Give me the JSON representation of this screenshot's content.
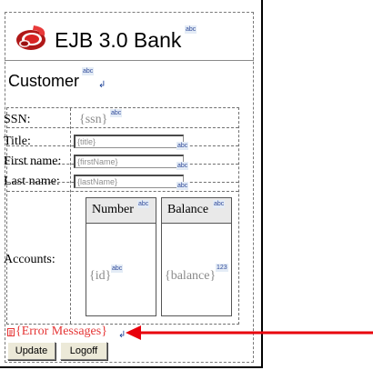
{
  "header": {
    "title": "EJB 3.0 Bank",
    "title_badge": "abc"
  },
  "section": {
    "title": "Customer",
    "title_badge": "abc"
  },
  "form": {
    "ssn": {
      "label": "SSN:",
      "value": "{ssn}",
      "badge": "abc"
    },
    "title": {
      "label": "Title:",
      "value": "{title}",
      "badge": "abc"
    },
    "first_name": {
      "label": "First name:",
      "value": "{firstName}",
      "badge": "abc"
    },
    "last_name": {
      "label": "Last name:",
      "value": "{lastName}",
      "badge": "abc"
    },
    "accounts": {
      "label": "Accounts:",
      "columns": [
        {
          "header": "Number",
          "header_badge": "abc",
          "cell": "{id}",
          "cell_badge": "abc"
        },
        {
          "header": "Balance",
          "header_badge": "abc",
          "cell": "{balance}",
          "cell_badge": "123"
        }
      ]
    }
  },
  "errors": {
    "text": "{Error Messages}"
  },
  "buttons": {
    "update": "Update",
    "logoff": "Logoff"
  },
  "colors": {
    "error": "#e53535",
    "arrow": "#e8000c",
    "logo": "#cc1f1f"
  }
}
